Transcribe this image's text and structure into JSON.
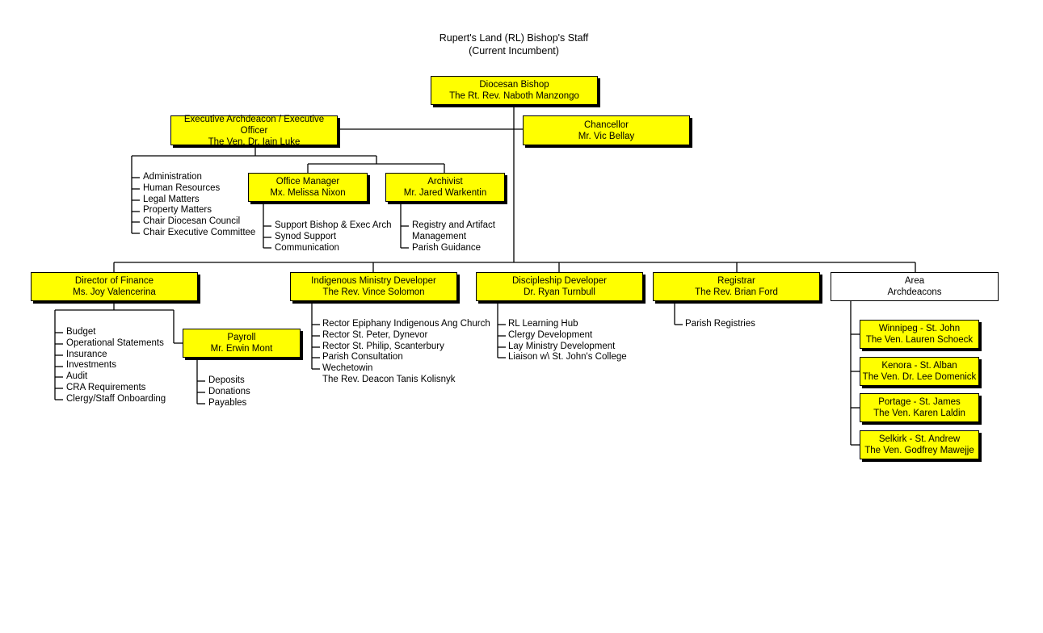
{
  "title": {
    "line1": "Rupert's Land (RL) Bishop's Staff",
    "line2": "(Current Incumbent)"
  },
  "bishop": {
    "role": "Diocesan Bishop",
    "name": "The Rt. Rev. Naboth Manzongo"
  },
  "exec_archdeacon": {
    "role": "Executive Archdeacon / Executive Officer",
    "name": "The Ven. Dr. Iain Luke"
  },
  "chancellor": {
    "role": "Chancellor",
    "name": "Mr. Vic Bellay"
  },
  "office_manager": {
    "role": "Office Manager",
    "name": "Mx. Melissa Nixon"
  },
  "archivist": {
    "role": "Archivist",
    "name": "Mr. Jared Warkentin"
  },
  "exec_duties": [
    "Administration",
    "Human Resources",
    "Legal Matters",
    "Property Matters",
    "Chair Diocesan Council",
    "Chair Executive Committee"
  ],
  "office_duties": [
    "Support Bishop & Exec Arch",
    "Synod Support",
    "Communication"
  ],
  "archivist_duties": [
    "Registry and Artifact",
    "Management",
    "Parish Guidance"
  ],
  "finance": {
    "role": "Director of Finance",
    "name": "Ms. Joy Valencerina"
  },
  "finance_duties": [
    "Budget",
    "Operational Statements",
    "Insurance",
    "Investments",
    "Audit",
    "CRA Requirements",
    "Clergy/Staff Onboarding"
  ],
  "payroll": {
    "role": "Payroll",
    "name": "Mr. Erwin Mont"
  },
  "payroll_duties": [
    "Deposits",
    "Donations",
    "Payables"
  ],
  "indigenous": {
    "role": "Indigenous Ministry Developer",
    "name": "The Rev. Vince Solomon"
  },
  "indigenous_duties": [
    "Rector Epiphany Indigenous Ang Church",
    "Rector St. Peter, Dynevor",
    "Rector St. Philip, Scanterbury",
    "Parish Consultation",
    "Wechetowin",
    "The Rev. Deacon Tanis Kolisnyk"
  ],
  "discipleship": {
    "role": "Discipleship Developer",
    "name": "Dr. Ryan Turnbull"
  },
  "discipleship_duties": [
    "RL Learning Hub",
    "Clergy Development",
    "Lay Ministry Development",
    "Liaison w\\ St. John's College"
  ],
  "registrar": {
    "role": "Registrar",
    "name": "The Rev. Brian Ford"
  },
  "registrar_duties": [
    "Parish Registries"
  ],
  "area": {
    "line1": "Area",
    "line2": "Archdeacons"
  },
  "archdeacons": [
    {
      "area": "Winnipeg - St. John",
      "name": "The Ven. Lauren Schoeck"
    },
    {
      "area": "Kenora - St. Alban",
      "name": "The Ven. Dr. Lee Domenick"
    },
    {
      "area": "Portage - St. James",
      "name": "The Ven. Karen Laldin"
    },
    {
      "area": "Selkirk - St. Andrew",
      "name": "The Ven. Godfrey Mawejje"
    }
  ],
  "colors": {
    "box_fill": "#ffff00",
    "line": "#000000",
    "background": "#ffffff"
  }
}
